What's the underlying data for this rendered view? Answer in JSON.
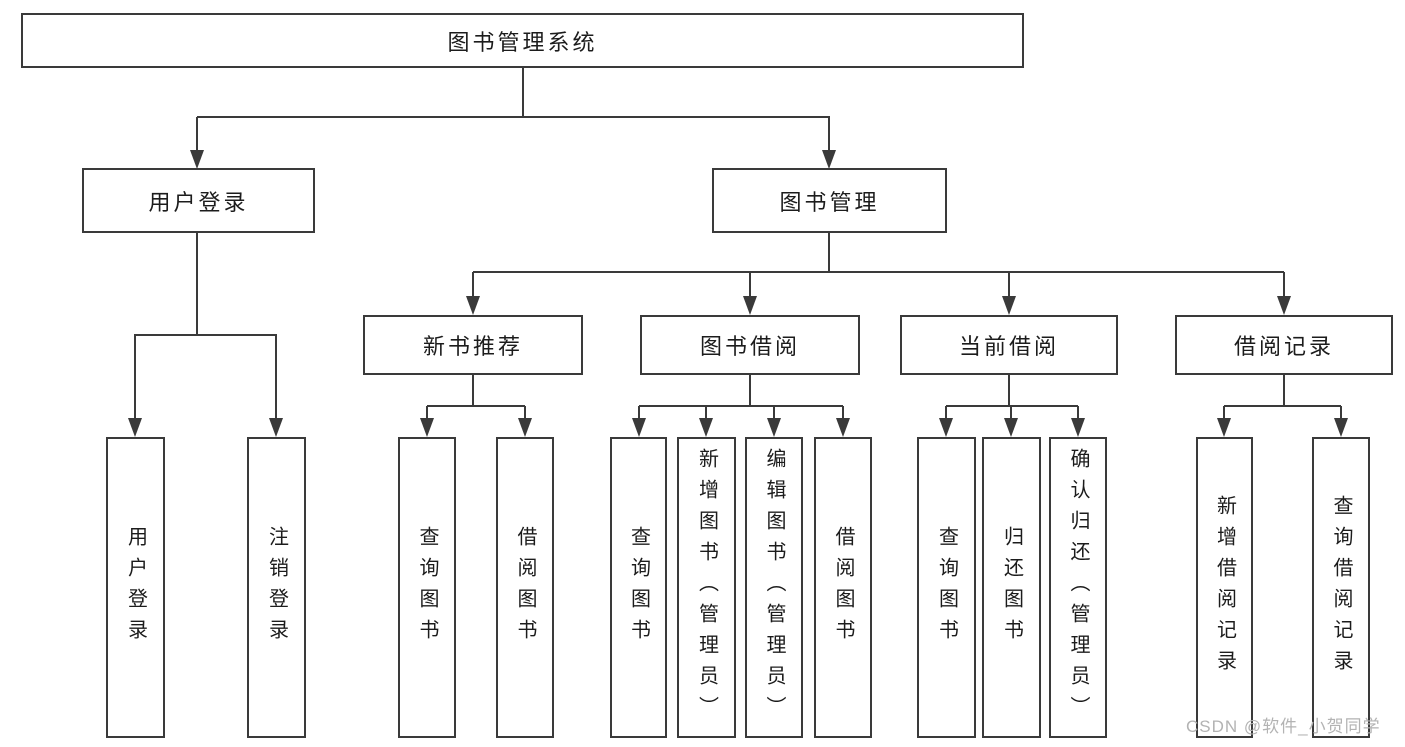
{
  "tree": {
    "root": "图书管理系统",
    "children": [
      {
        "label": "用户登录",
        "children": [
          "用户登录",
          "注销登录"
        ]
      },
      {
        "label": "图书管理",
        "children": [
          {
            "label": "新书推荐",
            "children": [
              "查询图书",
              "借阅图书"
            ]
          },
          {
            "label": "图书借阅",
            "children": [
              "查询图书",
              "新增图书（管理员）",
              "编辑图书（管理员）",
              "借阅图书"
            ]
          },
          {
            "label": "当前借阅",
            "children": [
              "查询图书",
              "归还图书",
              "确认归还（管理员）"
            ]
          },
          {
            "label": "借阅记录",
            "children": [
              "新增借阅记录",
              "查询借阅记录"
            ]
          }
        ]
      }
    ]
  },
  "watermark": {
    "text": "CSDN @软件_小贺同学"
  },
  "colors": {
    "line": "#3a3a3a",
    "text": "#1c1c1c",
    "watermark": "#b3b3b3",
    "background": "#ffffff"
  }
}
